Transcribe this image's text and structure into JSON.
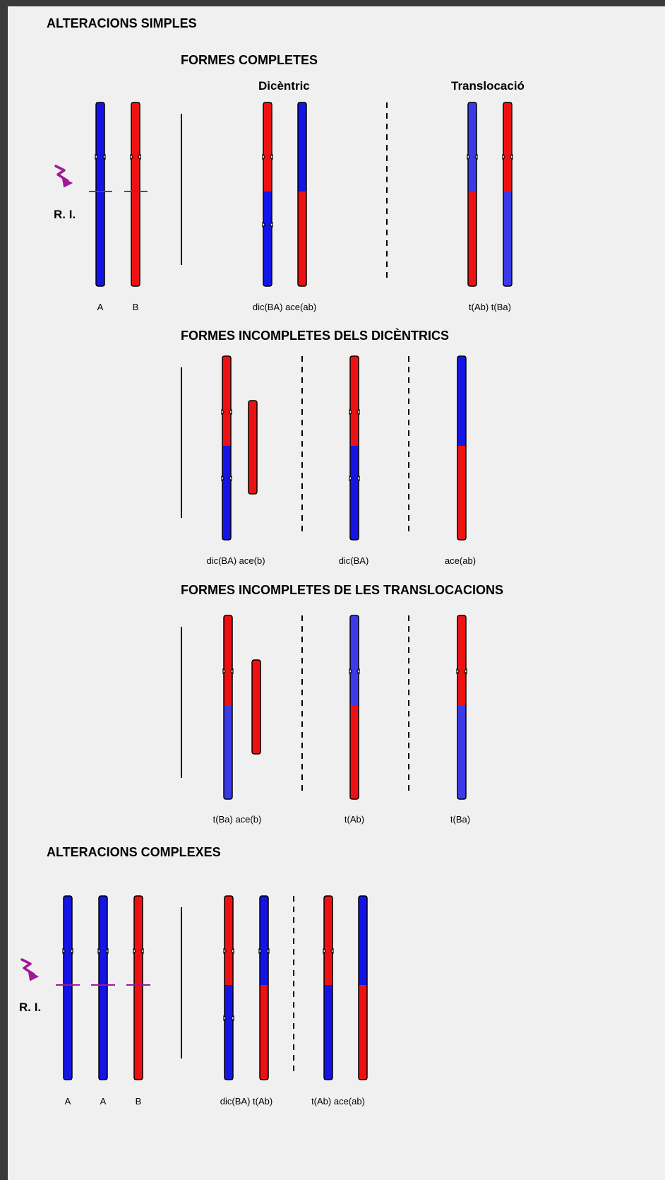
{
  "colors": {
    "blue": "#1414e6",
    "lightblue": "#3a3ae8",
    "red": "#ee1111",
    "magenta": "#a0189a",
    "background": "#f0f0f0",
    "frame": "#3a3a3a"
  },
  "headings": {
    "simple": "ALTERACIONS SIMPLES",
    "complete": "FORMES COMPLETES",
    "dicentric": "Dicèntric",
    "translocation": "Translocació",
    "incomplete_dicentrics": "FORMES INCOMPLETES DELS DICÈNTRICS",
    "incomplete_translocations": "FORMES INCOMPLETES DE LES TRANSLOCACIONS",
    "complex": "ALTERACIONS COMPLEXES"
  },
  "ri_label": "R. I.",
  "labels": {
    "simple_A": "A",
    "simple_B": "B",
    "complete_dic": "dic(BA) ace(ab)",
    "complete_trans": "t(Ab) t(Ba)",
    "idic_1": "dic(BA) ace(b)",
    "idic_2": "dic(BA)",
    "idic_3": "ace(ab)",
    "itrans_1": "t(Ba) ace(b)",
    "itrans_2": "t(Ab)",
    "itrans_3": "t(Ba)",
    "complex_A1": "A",
    "complex_A2": "A",
    "complex_B": "B",
    "complex_1": "dic(BA) t(Ab)",
    "complex_2": "t(Ab) ace(ab)"
  }
}
